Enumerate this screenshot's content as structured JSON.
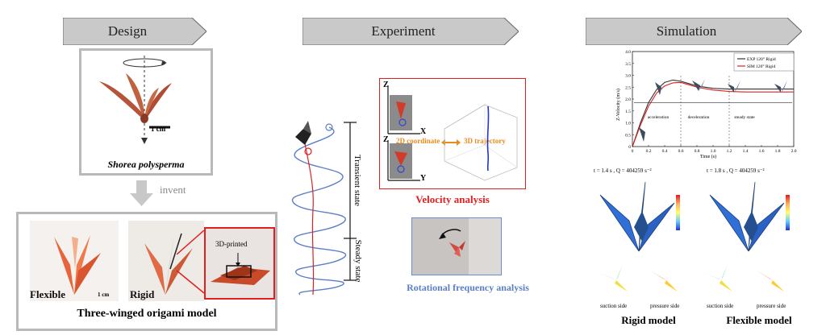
{
  "headers": {
    "design": "Design",
    "experiment": "Experiment",
    "simulation": "Simulation"
  },
  "design": {
    "scale_bar": "1 cm",
    "species": "Shorea polysperma",
    "invent": "invent",
    "flexible": "Flexible",
    "flexible_scale": "1 cm",
    "rigid": "Rigid",
    "printed": "3D-printed",
    "model_title": "Three-winged origami model"
  },
  "experiment": {
    "transient": "Transient state",
    "steady": "Steady state",
    "axis_z1": "Z",
    "axis_x": "X",
    "axis_z2": "Z",
    "axis_y": "Y",
    "coord2d": "2D coordinate",
    "traj3d": "3D trajectory",
    "velocity": "Velocity analysis",
    "rotational": "Rotational frequency analysis"
  },
  "simulation": {
    "legend_exp": "EXP 120° Rigid",
    "legend_sim": "SIM 120° Rigid",
    "xlabel": "Time (s)",
    "ylabel": "Z-Velocity (m/s)",
    "phase_acc": "acceleration",
    "phase_dec": "deceleration",
    "phase_steady": "steady state",
    "caption_left": "t = 1.4 s ,  Q = 404259 s⁻²",
    "caption_right": "t = 1.8 s ,  Q = 404259 s⁻²",
    "suction_left": "suction side",
    "pressure_left": "pressure side",
    "suction_right": "suction side",
    "pressure_right": "pressure side",
    "rigid_model": "Rigid model",
    "flexible_model": "Flexible model"
  },
  "chart_data": {
    "type": "line",
    "xlabel": "Time (s)",
    "ylabel": "Z-Velocity (m/s)",
    "xlim": [
      0,
      2.0
    ],
    "ylim": [
      0,
      4.0
    ],
    "x_ticks": [
      "0",
      "0.2",
      "0.4",
      "0.6",
      "0.8",
      "1.0",
      "1.2",
      "1.4",
      "1.6",
      "1.8",
      "2.0"
    ],
    "y_ticks": [
      "0",
      "0.5",
      "1.0",
      "1.5",
      "2.0",
      "2.5",
      "3.0",
      "3.5",
      "4.0"
    ],
    "series": [
      {
        "name": "EXP 120° Rigid",
        "color": "#333333",
        "x": [
          0,
          0.1,
          0.2,
          0.3,
          0.4,
          0.5,
          0.6,
          0.7,
          0.8,
          1.0,
          1.2,
          1.4,
          1.6,
          1.8,
          2.0
        ],
        "y": [
          0,
          1.0,
          1.85,
          2.4,
          2.7,
          2.8,
          2.75,
          2.65,
          2.55,
          2.45,
          2.42,
          2.42,
          2.42,
          2.42,
          2.42
        ]
      },
      {
        "name": "SIM 120° Rigid",
        "color": "#e02020",
        "x": [
          0,
          0.1,
          0.2,
          0.3,
          0.4,
          0.5,
          0.6,
          0.7,
          0.8,
          1.0,
          1.2,
          1.4,
          1.6,
          1.8,
          2.0
        ],
        "y": [
          0,
          0.9,
          1.7,
          2.25,
          2.55,
          2.68,
          2.7,
          2.6,
          2.5,
          2.38,
          2.32,
          2.3,
          2.3,
          2.3,
          2.3
        ]
      }
    ]
  },
  "colors": {
    "accent_red": "#e02020",
    "accent_blue": "#5b7fc6",
    "orange": "#e98a1c",
    "gray_border": "#b9b9b9"
  }
}
